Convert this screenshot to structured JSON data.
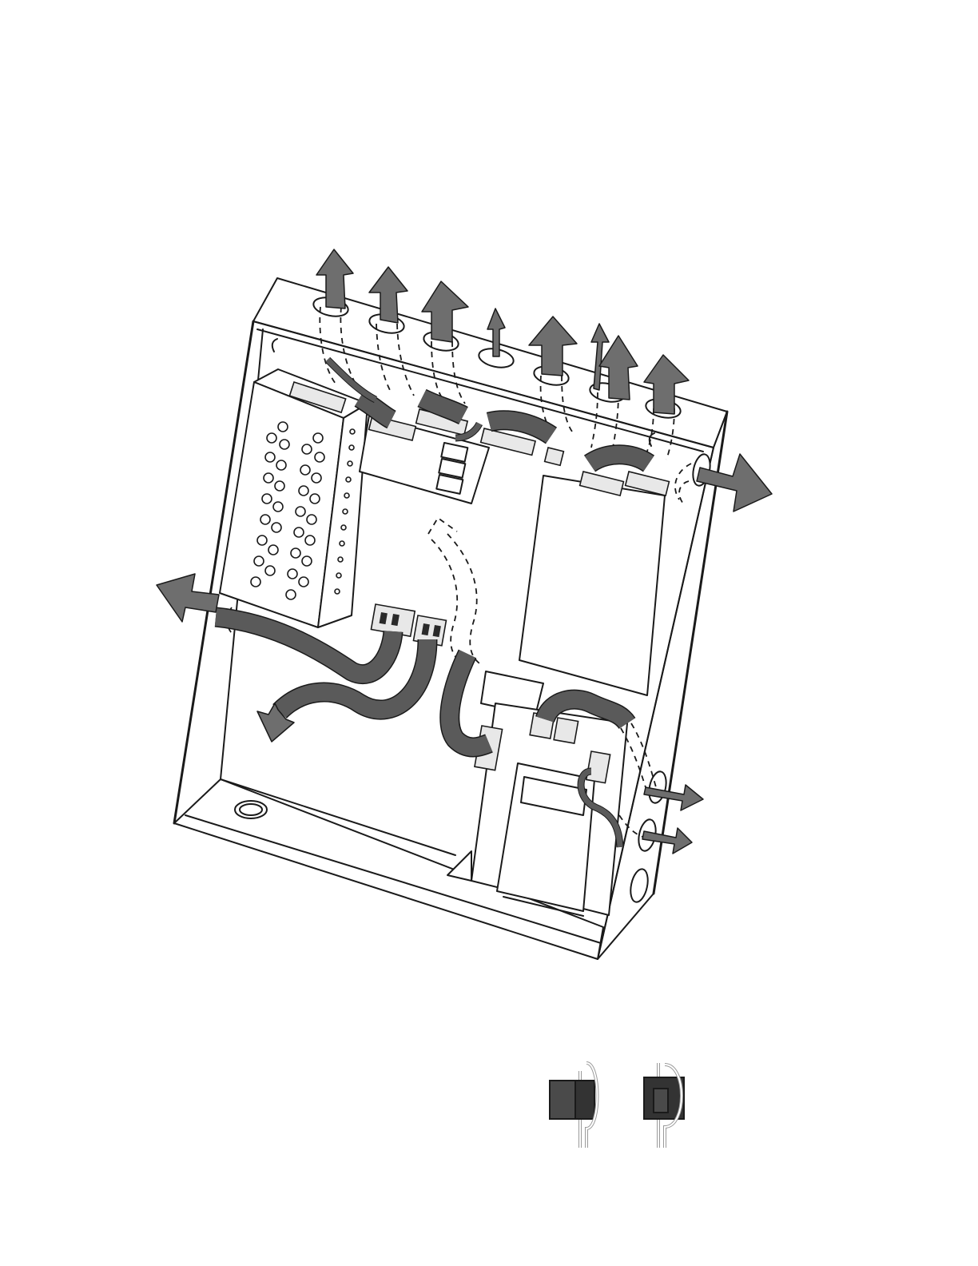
{
  "figure": {
    "top_routing_arrow_count": 8,
    "side_routing_arrow_count": 3,
    "bottom_routing_arrow_count": 1,
    "ferrite_examples": [
      "ferrite-open",
      "ferrite-closed"
    ],
    "icons": [
      "routing-arrow",
      "ferrite-core",
      "terminal-block",
      "knockout-hole"
    ]
  }
}
